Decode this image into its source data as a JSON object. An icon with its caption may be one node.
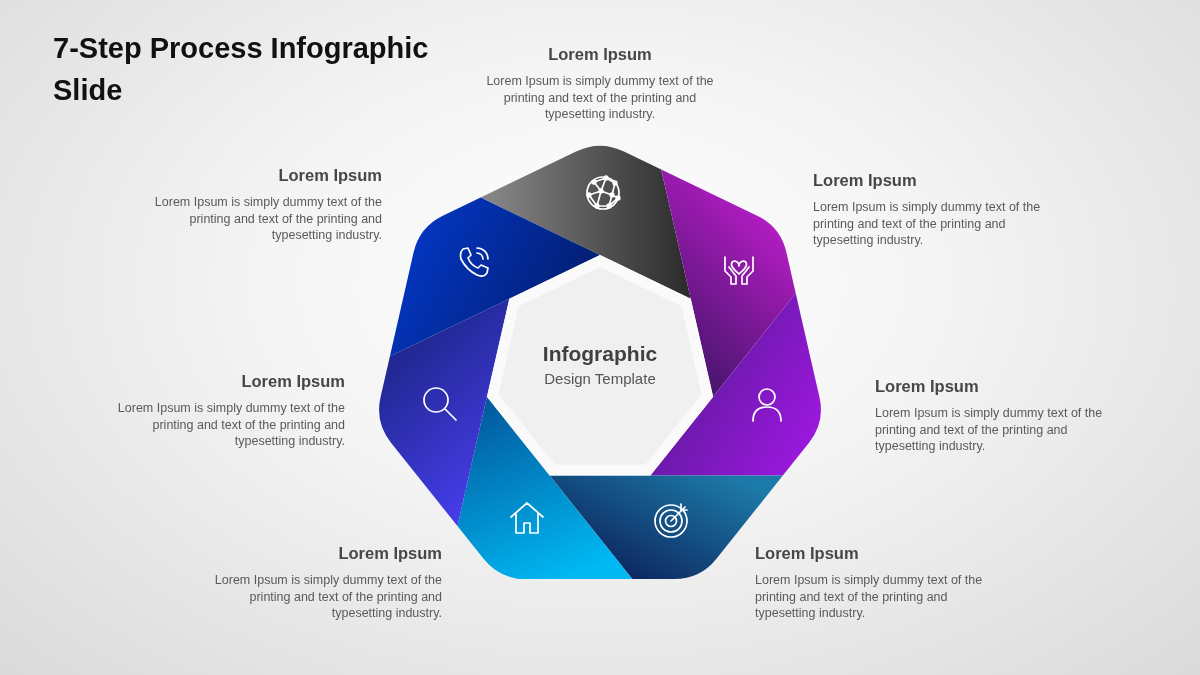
{
  "diagram": {
    "title": "7-Step Process Infographic Slide",
    "nodes": [
      {
        "text": [],
        "shape": "segment",
        "beside": [
          "Lorem Ipsum",
          "Lorem Ipsum is simply dummy text of the printing and text of the printing and typesetting industry."
        ]
      },
      {
        "text": [],
        "shape": "segment",
        "beside": [
          "Lorem Ipsum",
          "Lorem Ipsum is simply dummy text of the printing and text of the printing and typesetting industry."
        ]
      },
      {
        "text": [],
        "shape": "segment",
        "beside": [
          "Lorem Ipsum",
          "Lorem Ipsum is simply dummy text of the printing and text of the printing and typesetting industry."
        ]
      },
      {
        "text": [],
        "shape": "segment",
        "beside": [
          "Lorem Ipsum",
          "Lorem Ipsum is simply dummy text of the printing and text of the printing and typesetting industry."
        ]
      },
      {
        "text": [],
        "shape": "segment",
        "beside": [
          "Lorem Ipsum",
          "Lorem Ipsum is simply dummy text of the printing and text of the printing and typesetting industry."
        ]
      },
      {
        "text": [],
        "shape": "segment",
        "beside": [
          "Lorem Ipsum",
          "Lorem Ipsum is simply dummy text of the printing and text of the printing and typesetting industry."
        ]
      },
      {
        "text": [],
        "shape": "segment",
        "beside": [
          "Lorem Ipsum",
          "Lorem Ipsum is simply dummy text of the printing and text of the printing and typesetting industry."
        ]
      },
      {
        "text": [
          "Infographic",
          "Design Template"
        ]
      }
    ]
  }
}
